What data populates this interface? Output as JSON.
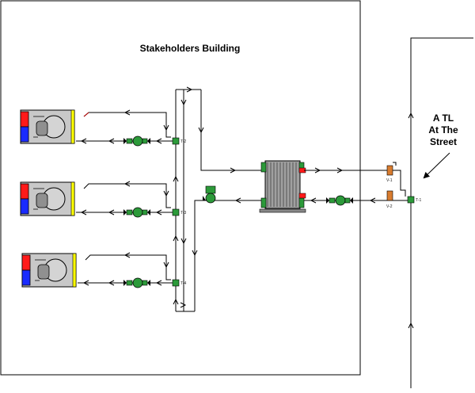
{
  "building_label": "Stakeholders Building",
  "atl_label": {
    "line1": "A TL",
    "line2": "At The",
    "line3": "Street"
  },
  "tags": {
    "t2": "T-2",
    "t3": "T-3",
    "t4": "T-4",
    "t1": "T-1",
    "v1": "V-1",
    "v2": "V-2"
  },
  "colors": {
    "unit_body": "#c8c8c8",
    "unit_hot": "#ff1a1a",
    "unit_cold": "#1a2bff",
    "unit_stripe": "#ffff00",
    "pump": "#2c9a3a",
    "valve": "#d97c2f",
    "hx_plate": "#a0a0a0"
  }
}
